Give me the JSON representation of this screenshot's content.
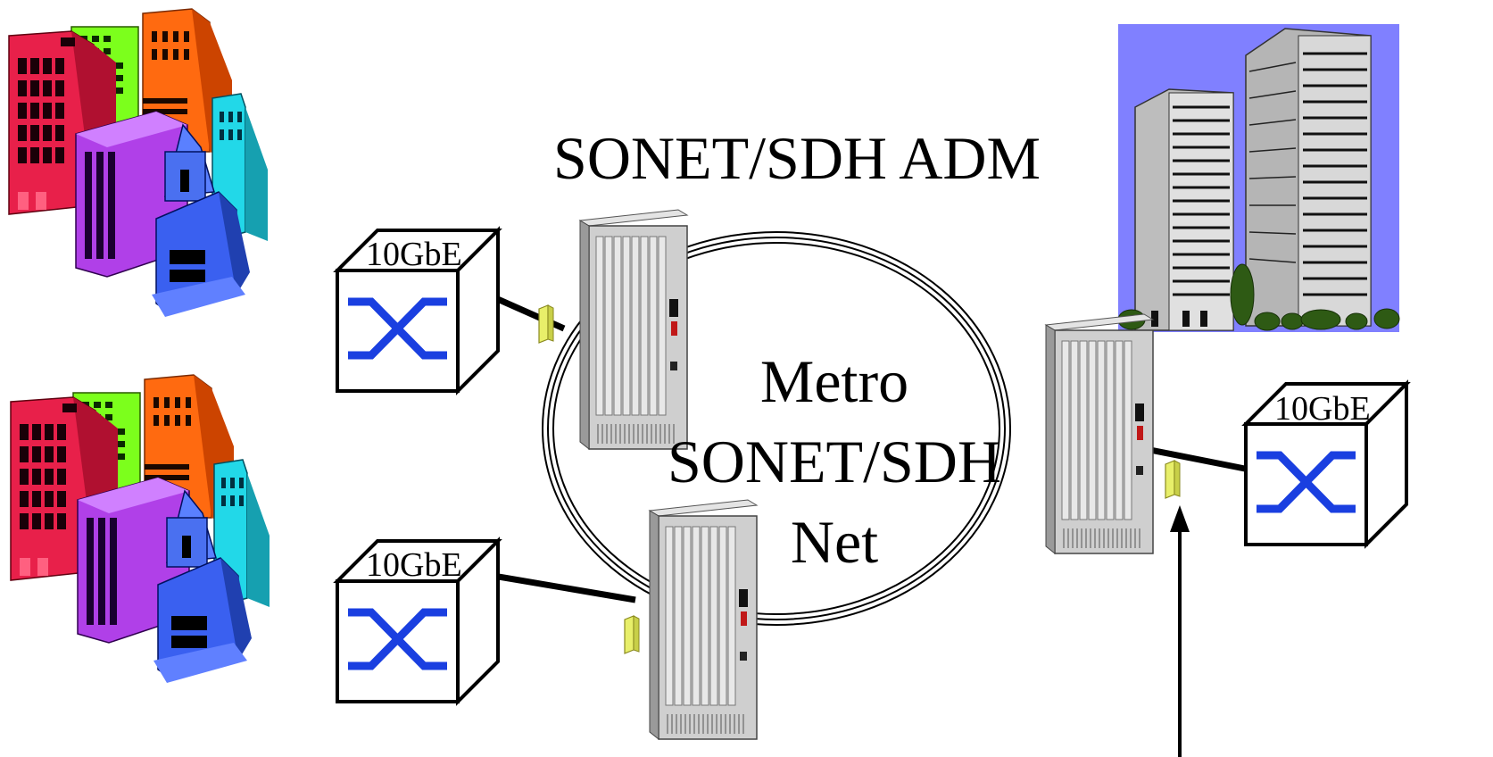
{
  "title": "SONET/SDH ADM",
  "network": {
    "line1": "Metro",
    "line2": "SONET/SDH",
    "line3": "Net"
  },
  "switch_label": "10GbE",
  "switches": [
    {
      "label": "10GbE"
    },
    {
      "label": "10GbE"
    },
    {
      "label": "10GbE"
    }
  ],
  "colors": {
    "switch_arrows": "#1a3fe0",
    "connector": "#e8ef6a",
    "sky": "#8080ff",
    "rack": "#c8c8c8"
  },
  "icons": [
    "city-buildings-icon",
    "office-towers-icon",
    "adm-rack-icon",
    "ethernet-switch-icon",
    "connector-icon"
  ]
}
